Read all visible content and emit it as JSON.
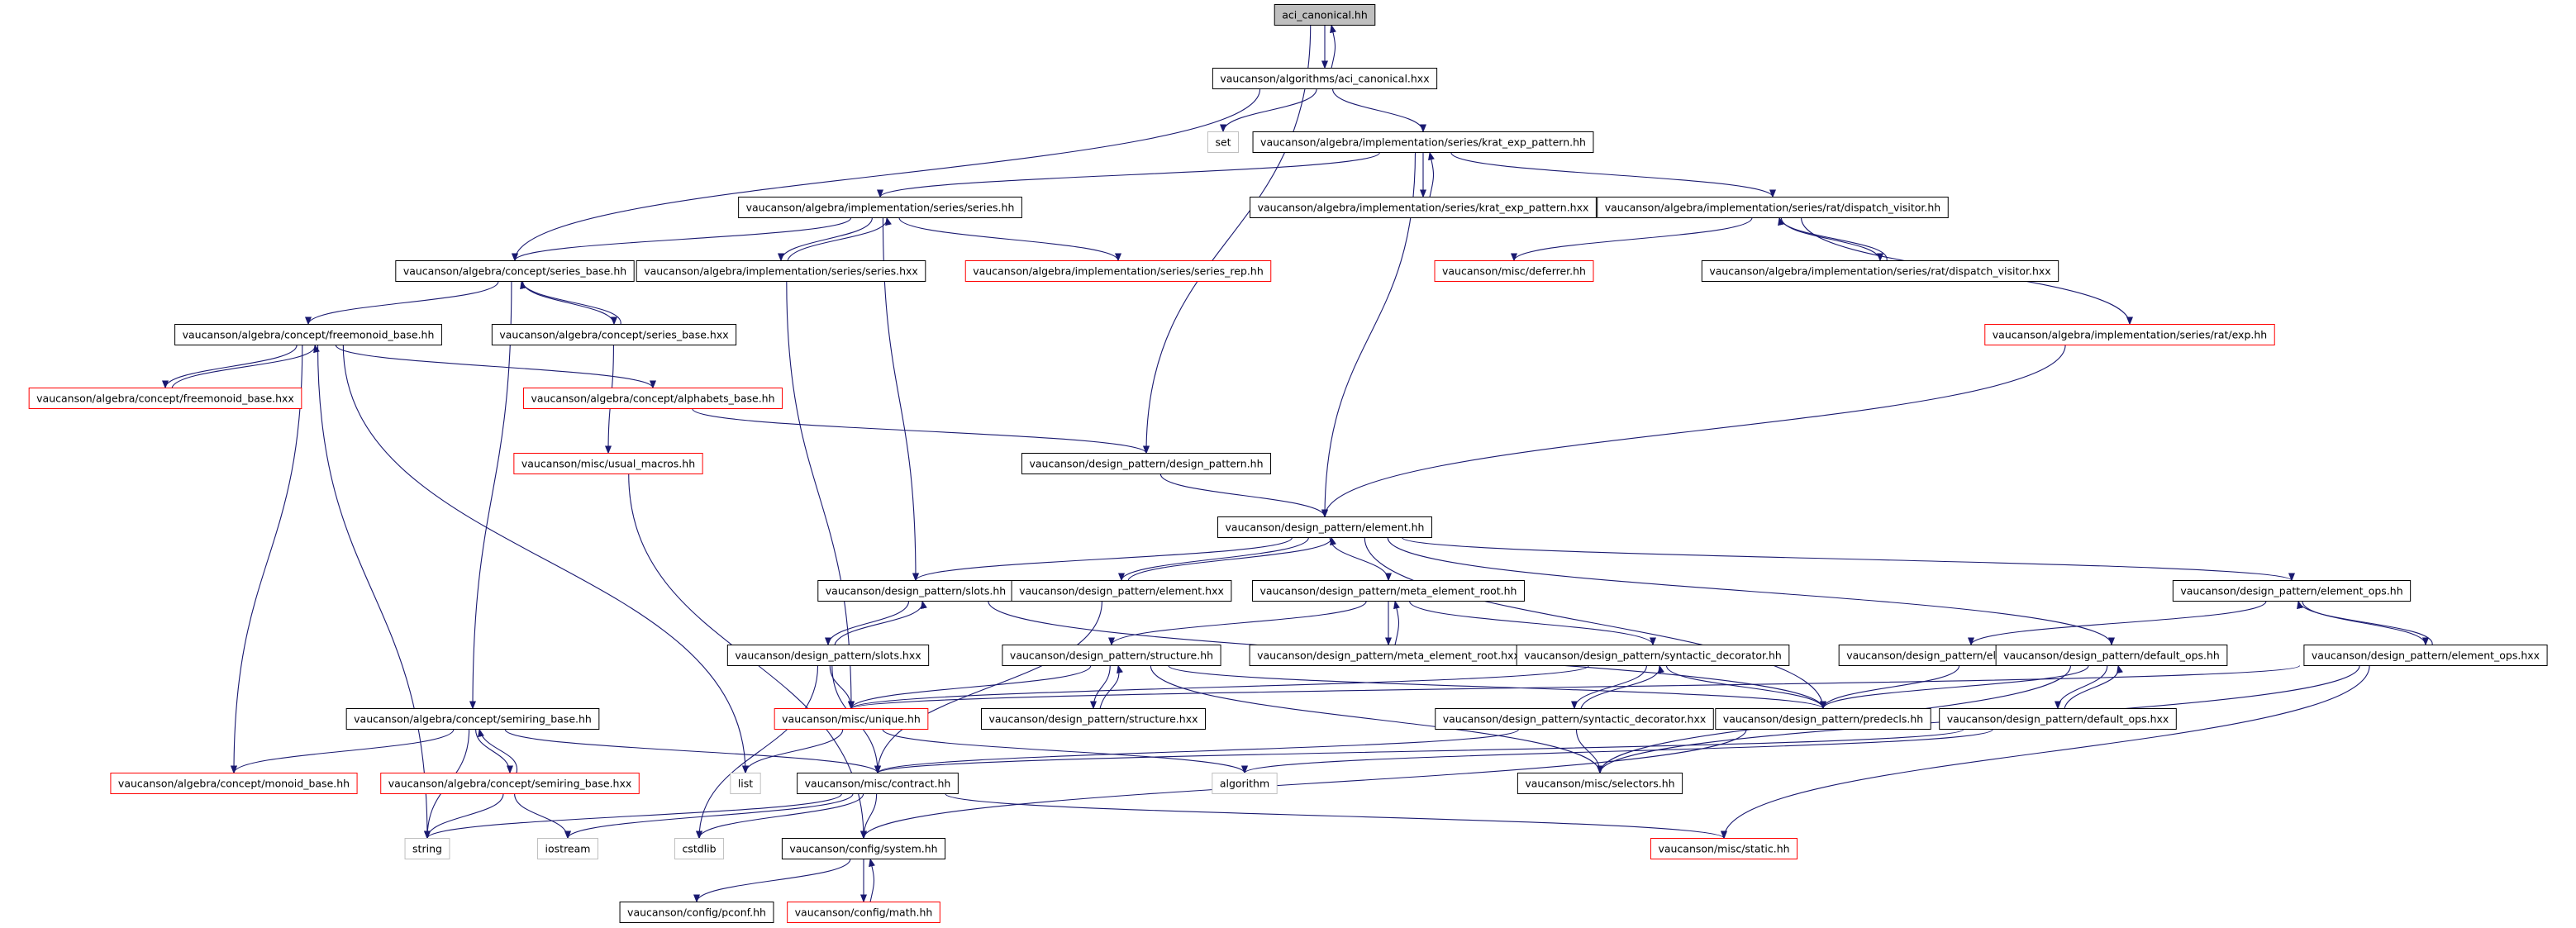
{
  "colors": {
    "edge": "#191970",
    "box_solid": "#000000",
    "box_linked_red": "#ff0000",
    "box_system": "#bfbfbf",
    "root_fill": "#bfbfbf"
  },
  "nodes": [
    {
      "id": "n0",
      "label": "aci_canonical.hh",
      "kind": "root"
    },
    {
      "id": "n1",
      "label": "vaucanson/algorithms/aci_canonical.hxx",
      "kind": "solid"
    },
    {
      "id": "n2",
      "label": "set",
      "kind": "system"
    },
    {
      "id": "n3",
      "label": "vaucanson/algebra/implementation/series/krat_exp_pattern.hh",
      "kind": "solid"
    },
    {
      "id": "n4",
      "label": "vaucanson/algebra/implementation/series/series.hh",
      "kind": "solid"
    },
    {
      "id": "n5",
      "label": "vaucanson/algebra/implementation/series/krat_exp_pattern.hxx",
      "kind": "solid"
    },
    {
      "id": "n6",
      "label": "vaucanson/algebra/implementation/series/rat/dispatch_visitor.hh",
      "kind": "solid"
    },
    {
      "id": "n7",
      "label": "vaucanson/algebra/concept/series_base.hh",
      "kind": "solid"
    },
    {
      "id": "n8",
      "label": "vaucanson/algebra/implementation/series/series.hxx",
      "kind": "solid"
    },
    {
      "id": "n9",
      "label": "vaucanson/algebra/implementation/series/series_rep.hh",
      "kind": "red"
    },
    {
      "id": "n10",
      "label": "vaucanson/misc/deferrer.hh",
      "kind": "red"
    },
    {
      "id": "n11",
      "label": "vaucanson/algebra/implementation/series/rat/dispatch_visitor.hxx",
      "kind": "solid"
    },
    {
      "id": "n12",
      "label": "vaucanson/algebra/concept/freemonoid_base.hh",
      "kind": "solid"
    },
    {
      "id": "n13",
      "label": "vaucanson/algebra/concept/series_base.hxx",
      "kind": "solid"
    },
    {
      "id": "n14",
      "label": "vaucanson/algebra/implementation/series/rat/exp.hh",
      "kind": "red"
    },
    {
      "id": "n15",
      "label": "vaucanson/algebra/concept/freemonoid_base.hxx",
      "kind": "red"
    },
    {
      "id": "n16",
      "label": "vaucanson/algebra/concept/alphabets_base.hh",
      "kind": "red"
    },
    {
      "id": "n17",
      "label": "vaucanson/misc/usual_macros.hh",
      "kind": "red"
    },
    {
      "id": "n18",
      "label": "vaucanson/design_pattern/design_pattern.hh",
      "kind": "solid"
    },
    {
      "id": "n19",
      "label": "vaucanson/design_pattern/element.hh",
      "kind": "solid"
    },
    {
      "id": "n20",
      "label": "vaucanson/design_pattern/slots.hh",
      "kind": "solid"
    },
    {
      "id": "n21",
      "label": "vaucanson/design_pattern/element.hxx",
      "kind": "solid"
    },
    {
      "id": "n22",
      "label": "vaucanson/design_pattern/meta_element_root.hh",
      "kind": "solid"
    },
    {
      "id": "n23",
      "label": "vaucanson/design_pattern/element_ops.hh",
      "kind": "solid"
    },
    {
      "id": "n24",
      "label": "vaucanson/design_pattern/slots.hxx",
      "kind": "solid"
    },
    {
      "id": "n25",
      "label": "vaucanson/design_pattern/structure.hh",
      "kind": "solid"
    },
    {
      "id": "n26",
      "label": "vaucanson/design_pattern/meta_element_root.hxx",
      "kind": "solid"
    },
    {
      "id": "n27",
      "label": "vaucanson/design_pattern/syntactic_decorator.hh",
      "kind": "solid"
    },
    {
      "id": "n28",
      "label": "vaucanson/design_pattern/element_op_traits.hh",
      "kind": "solid"
    },
    {
      "id": "n29",
      "label": "vaucanson/design_pattern/default_ops.hh",
      "kind": "solid"
    },
    {
      "id": "n30",
      "label": "vaucanson/design_pattern/element_ops.hxx",
      "kind": "solid"
    },
    {
      "id": "n31",
      "label": "vaucanson/algebra/concept/semiring_base.hh",
      "kind": "solid"
    },
    {
      "id": "n32",
      "label": "vaucanson/misc/unique.hh",
      "kind": "red"
    },
    {
      "id": "n33",
      "label": "vaucanson/design_pattern/structure.hxx",
      "kind": "solid"
    },
    {
      "id": "n34",
      "label": "vaucanson/design_pattern/syntactic_decorator.hxx",
      "kind": "solid"
    },
    {
      "id": "n35",
      "label": "vaucanson/design_pattern/predecls.hh",
      "kind": "solid"
    },
    {
      "id": "n36",
      "label": "vaucanson/design_pattern/default_ops.hxx",
      "kind": "solid"
    },
    {
      "id": "n37",
      "label": "vaucanson/algebra/concept/monoid_base.hh",
      "kind": "red"
    },
    {
      "id": "n38",
      "label": "vaucanson/algebra/concept/semiring_base.hxx",
      "kind": "red"
    },
    {
      "id": "n39",
      "label": "list",
      "kind": "system"
    },
    {
      "id": "n40",
      "label": "vaucanson/misc/contract.hh",
      "kind": "solid"
    },
    {
      "id": "n41",
      "label": "algorithm",
      "kind": "system"
    },
    {
      "id": "n42",
      "label": "vaucanson/misc/selectors.hh",
      "kind": "solid"
    },
    {
      "id": "n43",
      "label": "string",
      "kind": "system"
    },
    {
      "id": "n44",
      "label": "iostream",
      "kind": "system"
    },
    {
      "id": "n45",
      "label": "cstdlib",
      "kind": "system"
    },
    {
      "id": "n46",
      "label": "vaucanson/config/system.hh",
      "kind": "solid"
    },
    {
      "id": "n47",
      "label": "vaucanson/misc/static.hh",
      "kind": "red"
    },
    {
      "id": "n48",
      "label": "vaucanson/config/pconf.hh",
      "kind": "solid"
    },
    {
      "id": "n49",
      "label": "vaucanson/config/math.hh",
      "kind": "red"
    }
  ],
  "edges": [
    [
      "n0",
      "n1"
    ],
    [
      "n1",
      "n0"
    ],
    [
      "n1",
      "n2"
    ],
    [
      "n1",
      "n3"
    ],
    [
      "n1",
      "n7"
    ],
    [
      "n0",
      "n18"
    ],
    [
      "n3",
      "n4"
    ],
    [
      "n3",
      "n5"
    ],
    [
      "n5",
      "n3"
    ],
    [
      "n3",
      "n6"
    ],
    [
      "n3",
      "n19"
    ],
    [
      "n4",
      "n7"
    ],
    [
      "n4",
      "n8"
    ],
    [
      "n8",
      "n4"
    ],
    [
      "n4",
      "n9"
    ],
    [
      "n4",
      "n20"
    ],
    [
      "n8",
      "n32"
    ],
    [
      "n6",
      "n10"
    ],
    [
      "n6",
      "n11"
    ],
    [
      "n11",
      "n6"
    ],
    [
      "n6",
      "n14"
    ],
    [
      "n14",
      "n19"
    ],
    [
      "n7",
      "n12"
    ],
    [
      "n7",
      "n13"
    ],
    [
      "n13",
      "n7"
    ],
    [
      "n7",
      "n31"
    ],
    [
      "n13",
      "n17"
    ],
    [
      "n12",
      "n15"
    ],
    [
      "n15",
      "n12"
    ],
    [
      "n12",
      "n16"
    ],
    [
      "n12",
      "n37"
    ],
    [
      "n12",
      "n39"
    ],
    [
      "n12",
      "n43"
    ],
    [
      "n16",
      "n18"
    ],
    [
      "n17",
      "n46"
    ],
    [
      "n18",
      "n19"
    ],
    [
      "n19",
      "n20"
    ],
    [
      "n19",
      "n21"
    ],
    [
      "n21",
      "n19"
    ],
    [
      "n19",
      "n22"
    ],
    [
      "n19",
      "n23"
    ],
    [
      "n19",
      "n29"
    ],
    [
      "n19",
      "n35"
    ],
    [
      "n21",
      "n40"
    ],
    [
      "n20",
      "n24"
    ],
    [
      "n24",
      "n20"
    ],
    [
      "n20",
      "n35"
    ],
    [
      "n24",
      "n32"
    ],
    [
      "n24",
      "n40"
    ],
    [
      "n24",
      "n45"
    ],
    [
      "n22",
      "n25"
    ],
    [
      "n22",
      "n26"
    ],
    [
      "n26",
      "n22"
    ],
    [
      "n22",
      "n27"
    ],
    [
      "n25",
      "n33"
    ],
    [
      "n33",
      "n25"
    ],
    [
      "n25",
      "n32"
    ],
    [
      "n25",
      "n35"
    ],
    [
      "n25",
      "n42"
    ],
    [
      "n27",
      "n34"
    ],
    [
      "n34",
      "n27"
    ],
    [
      "n27",
      "n35"
    ],
    [
      "n27",
      "n32"
    ],
    [
      "n34",
      "n40"
    ],
    [
      "n34",
      "n42"
    ],
    [
      "n23",
      "n28"
    ],
    [
      "n23",
      "n30"
    ],
    [
      "n30",
      "n23"
    ],
    [
      "n28",
      "n35"
    ],
    [
      "n30",
      "n32"
    ],
    [
      "n30",
      "n42"
    ],
    [
      "n30",
      "n47"
    ],
    [
      "n29",
      "n35"
    ],
    [
      "n29",
      "n36"
    ],
    [
      "n36",
      "n29"
    ],
    [
      "n29",
      "n42"
    ],
    [
      "n36",
      "n40"
    ],
    [
      "n36",
      "n41"
    ],
    [
      "n31",
      "n37"
    ],
    [
      "n31",
      "n38"
    ],
    [
      "n38",
      "n31"
    ],
    [
      "n31",
      "n40"
    ],
    [
      "n31",
      "n43"
    ],
    [
      "n38",
      "n43"
    ],
    [
      "n38",
      "n44"
    ],
    [
      "n32",
      "n39"
    ],
    [
      "n32",
      "n41"
    ],
    [
      "n40",
      "n43"
    ],
    [
      "n40",
      "n44"
    ],
    [
      "n40",
      "n45"
    ],
    [
      "n40",
      "n46"
    ],
    [
      "n40",
      "n47"
    ],
    [
      "n35",
      "n46"
    ],
    [
      "n46",
      "n48"
    ],
    [
      "n46",
      "n49"
    ],
    [
      "n49",
      "n46"
    ]
  ]
}
